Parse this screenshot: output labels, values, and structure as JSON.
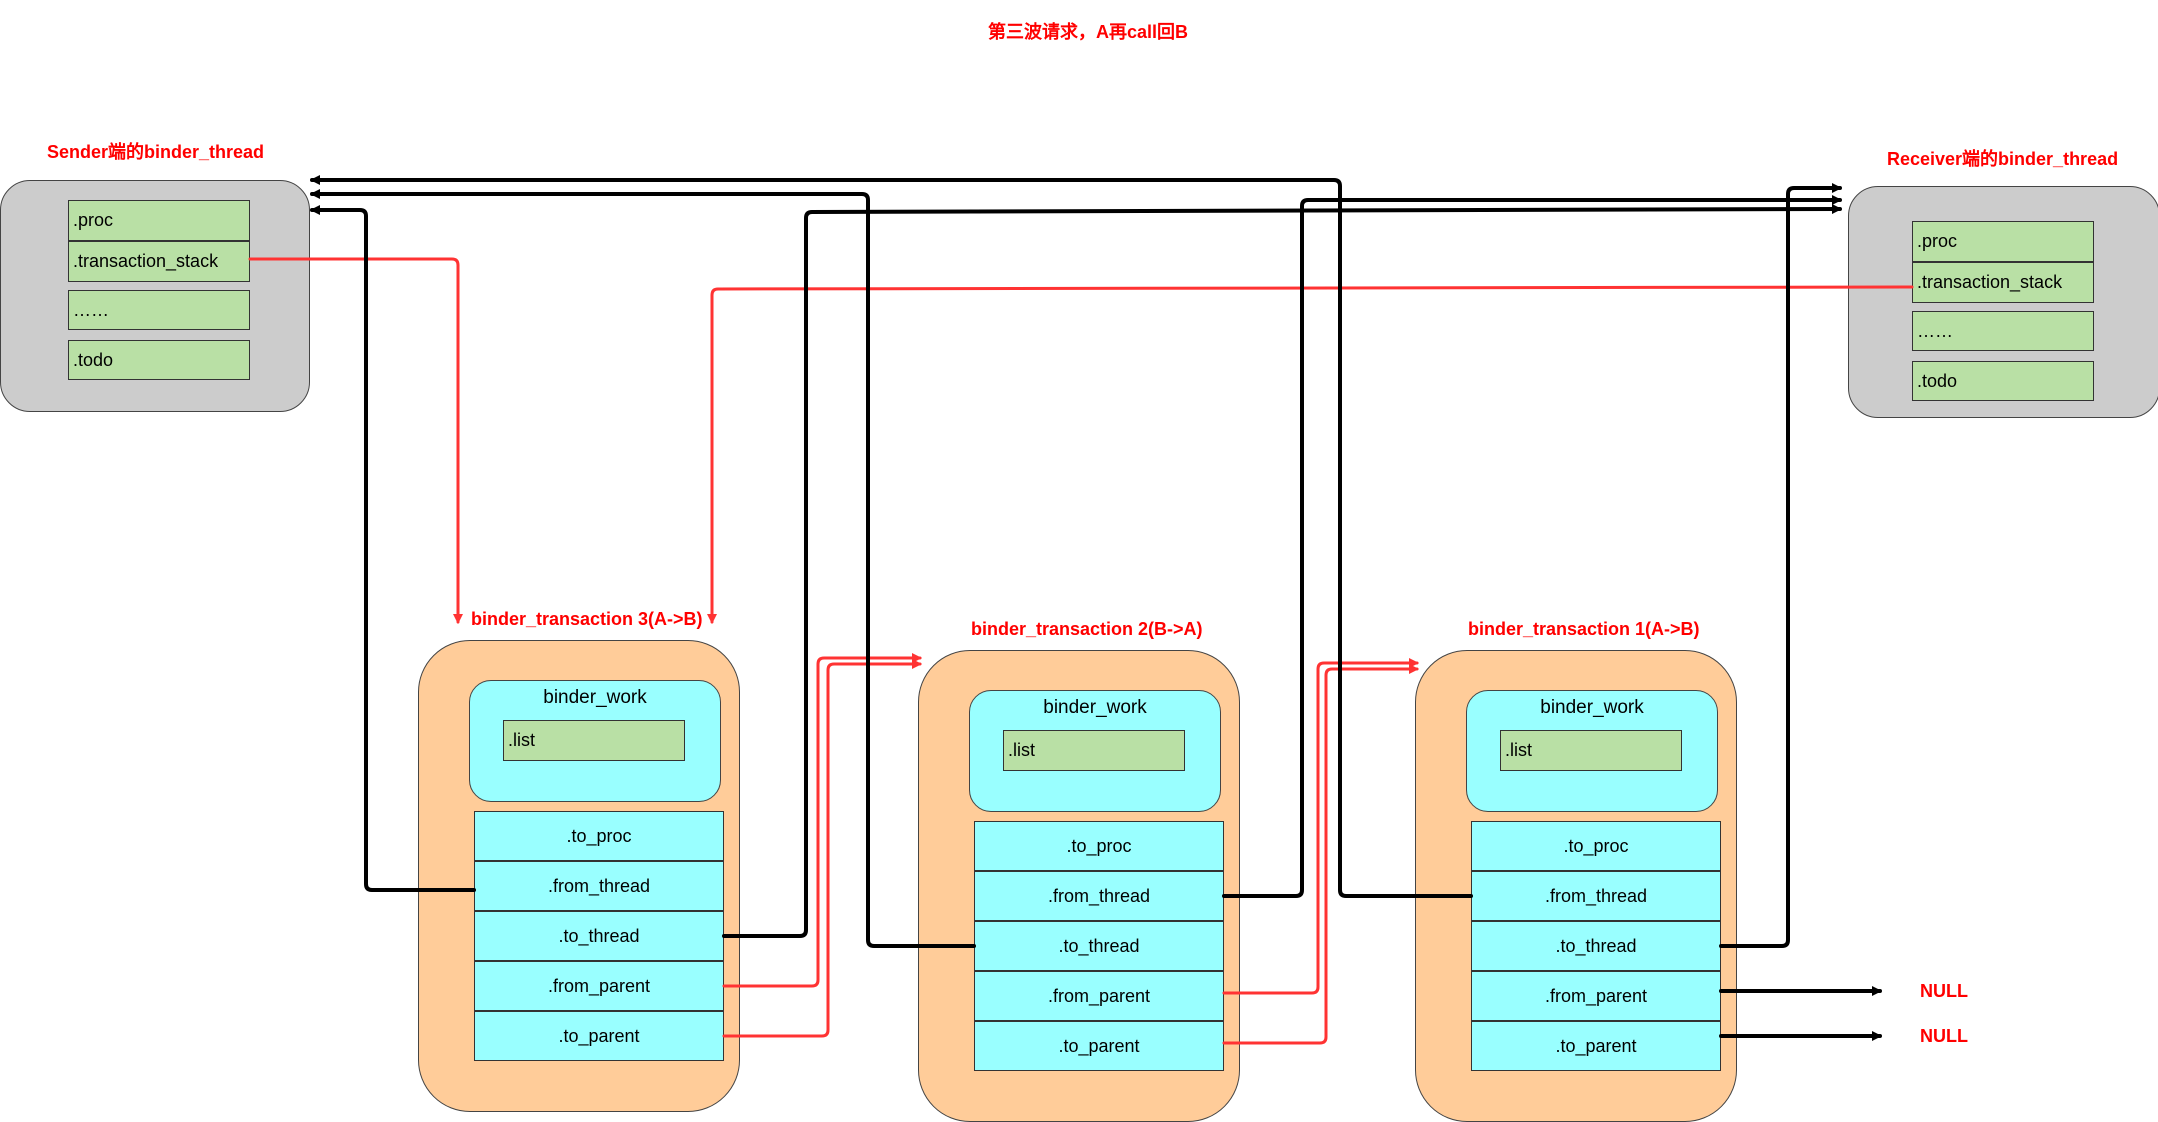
{
  "title": "第三波请求，A再call回B",
  "sender": {
    "label": "Sender端的binder_thread",
    "fields": [
      ".proc",
      ".transaction_stack",
      "……",
      ".todo"
    ]
  },
  "receiver": {
    "label": "Receiver端的binder_thread",
    "fields": [
      ".proc",
      ".transaction_stack",
      "……",
      ".todo"
    ]
  },
  "transactions": [
    {
      "label": "binder_transaction 3(A->B)",
      "work_title": "binder_work",
      "list_label": ".list",
      "fields": [
        ".to_proc",
        ".from_thread",
        ".to_thread",
        ".from_parent",
        ".to_parent"
      ]
    },
    {
      "label": "binder_transaction 2(B->A)",
      "work_title": "binder_work",
      "list_label": ".list",
      "fields": [
        ".to_proc",
        ".from_thread",
        ".to_thread",
        ".from_parent",
        ".to_parent"
      ]
    },
    {
      "label": "binder_transaction 1(A->B)",
      "work_title": "binder_work",
      "list_label": ".list",
      "fields": [
        ".to_proc",
        ".from_thread",
        ".to_thread",
        ".from_parent",
        ".to_parent"
      ]
    }
  ],
  "null_labels": [
    "NULL",
    "NULL"
  ],
  "colors": {
    "label_red": "#ff0000",
    "arrow_red": "#ff3333",
    "arrow_black": "#000000",
    "thread_gray": "#cccccc",
    "field_green": "#b9e0a5",
    "transaction_orange": "#ffcc99",
    "work_cyan": "#99ffff"
  }
}
